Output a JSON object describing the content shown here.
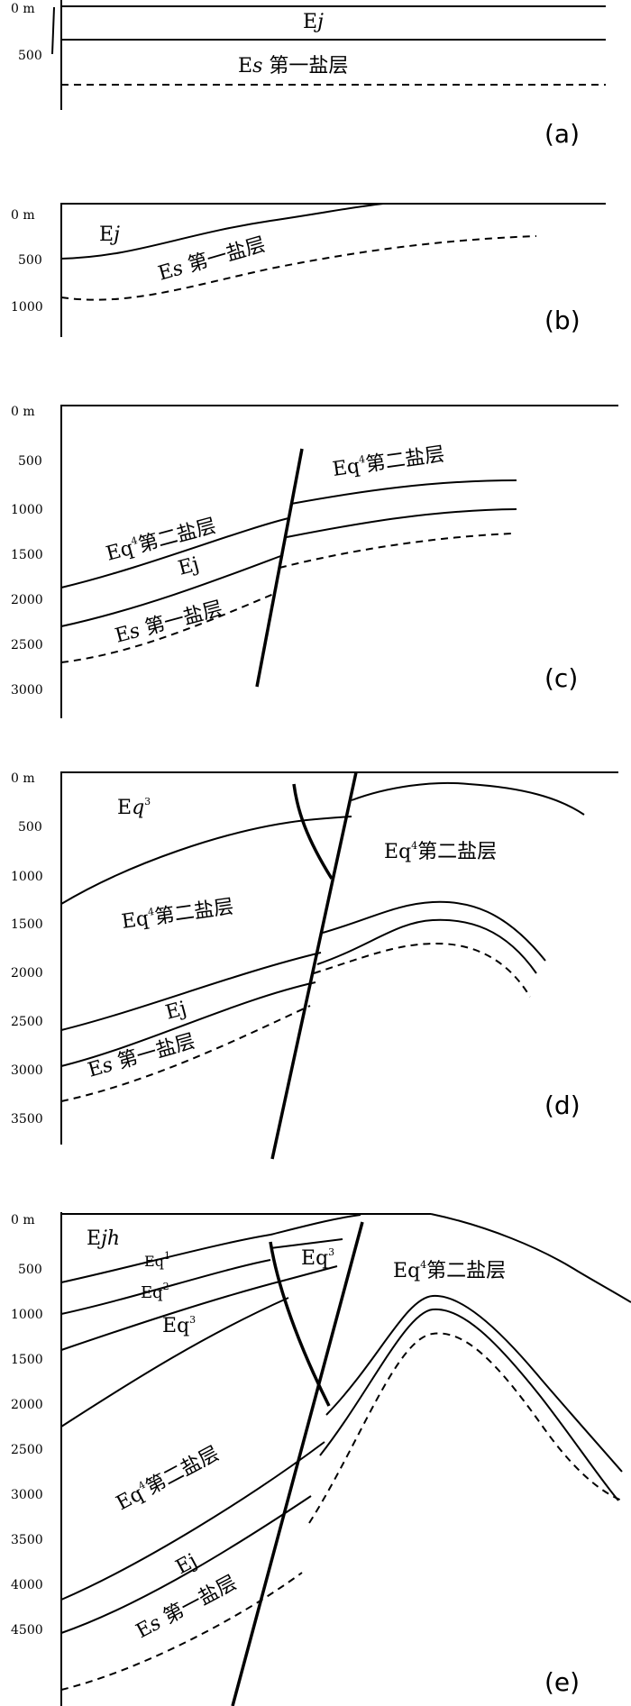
{
  "panels": {
    "a": {
      "label": "(a)",
      "depth_ticks": [
        "0 m",
        "500"
      ],
      "layers": {
        "ej": "Ej",
        "es": "Es 第一盐层"
      }
    },
    "b": {
      "label": "(b)",
      "depth_ticks": [
        "0 m",
        "500",
        "1000"
      ],
      "layers": {
        "ej": "Ej",
        "es": "Es 第一盐层"
      }
    },
    "c": {
      "label": "(c)",
      "depth_ticks": [
        "0 m",
        "500",
        "1000",
        "1500",
        "2000",
        "2500",
        "3000"
      ],
      "layers": {
        "eq4_right": "Eq4第二盐层",
        "eq4_left": "Eq4第二盐层",
        "ej": "Ej",
        "es": "Es 第一盐层"
      }
    },
    "d": {
      "label": "(d)",
      "depth_ticks": [
        "0 m",
        "500",
        "1000",
        "1500",
        "2000",
        "2500",
        "3000",
        "3500"
      ],
      "layers": {
        "eq3": "Eq3",
        "eq4_right": "Eq4第二盐层",
        "eq4_left": "Eq4第二盐层",
        "ej": "Ej",
        "es": "Es 第一盐层"
      }
    },
    "e": {
      "label": "(e)",
      "depth_ticks": [
        "0 m",
        "500",
        "1000",
        "1500",
        "2000",
        "2500",
        "3000",
        "3500",
        "4000",
        "4500"
      ],
      "layers": {
        "ejh": "Ejh",
        "eq1": "Eq1",
        "eq2": "Eq2",
        "eq3_left": "Eq3",
        "eq3_wedge": "Eq3",
        "eq4_right": "Eq4第二盐层",
        "eq4_left": "Eq4第二盐层",
        "ej": "Ej",
        "es": "Es 第一盐层"
      }
    }
  },
  "text": {
    "E": "E",
    "j": "j",
    "s": "s",
    "q": "q",
    "jh": "jh",
    "sup1": "1",
    "sup2": "2",
    "sup3": "3",
    "sup4": "4",
    "salt1": " 第一盐层",
    "salt2": "第二盐层"
  }
}
